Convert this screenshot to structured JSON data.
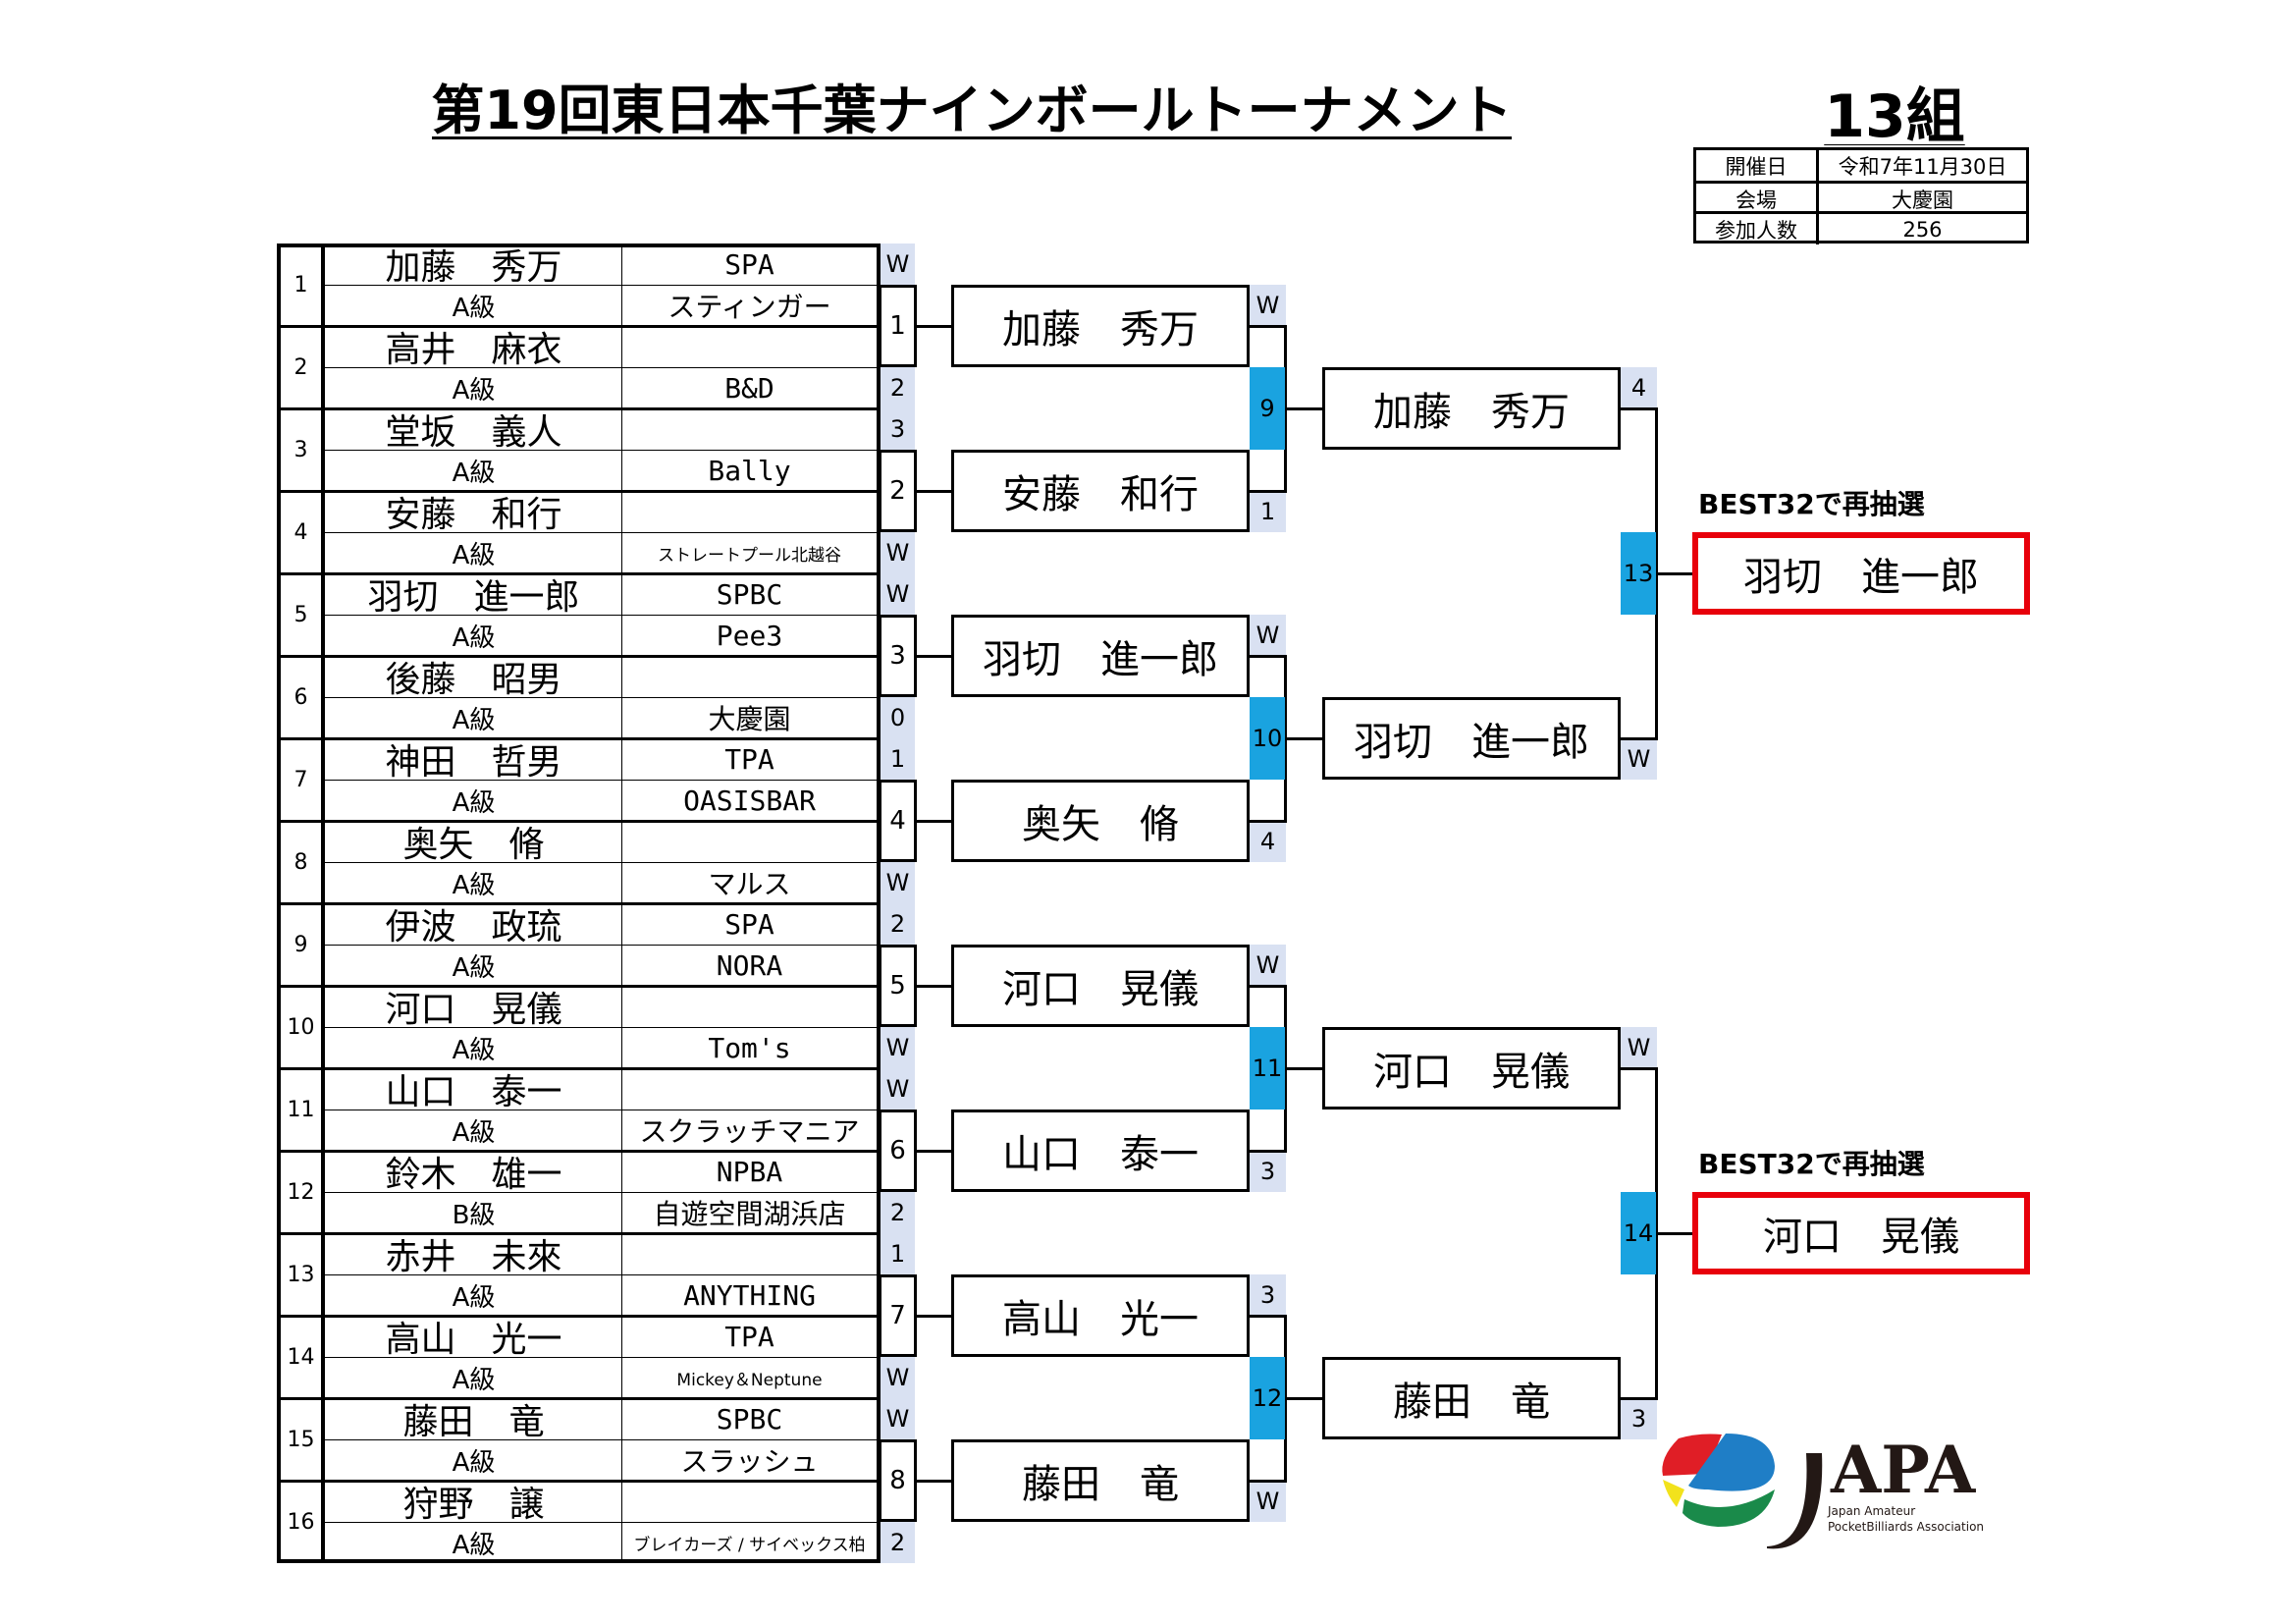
{
  "title": "第19回東日本千葉ナインボールトーナメント",
  "group": "13組",
  "info": [
    {
      "label": "開催日",
      "value": "令和7年11月30日"
    },
    {
      "label": "会場",
      "value": "大慶園"
    },
    {
      "label": "参加人数",
      "value": "256"
    }
  ],
  "players": [
    {
      "no": "1",
      "name": "加藤　秀万",
      "grade": "A級",
      "club1": "SPA",
      "club2": "スティンガー"
    },
    {
      "no": "2",
      "name": "高井　麻衣",
      "grade": "A級",
      "club1": "",
      "club2": "B&D"
    },
    {
      "no": "3",
      "name": "堂坂　義人",
      "grade": "A級",
      "club1": "",
      "club2": "Bally"
    },
    {
      "no": "4",
      "name": "安藤　和行",
      "grade": "A級",
      "club1": "",
      "club2": "ストレートプール北越谷"
    },
    {
      "no": "5",
      "name": "羽切　進一郎",
      "grade": "A級",
      "club1": "SPBC",
      "club2": "Pee3"
    },
    {
      "no": "6",
      "name": "後藤　昭男",
      "grade": "A級",
      "club1": "",
      "club2": "大慶園"
    },
    {
      "no": "7",
      "name": "神田　哲男",
      "grade": "A級",
      "club1": "TPA",
      "club2": "OASISBAR"
    },
    {
      "no": "8",
      "name": "奥矢　脩",
      "grade": "A級",
      "club1": "",
      "club2": "マルス"
    },
    {
      "no": "9",
      "name": "伊波　政琉",
      "grade": "A級",
      "club1": "SPA",
      "club2": "NORA"
    },
    {
      "no": "10",
      "name": "河口　晃儀",
      "grade": "A級",
      "club1": "",
      "club2": "Tom's"
    },
    {
      "no": "11",
      "name": "山口　泰一",
      "grade": "A級",
      "club1": "",
      "club2": "スクラッチマニア"
    },
    {
      "no": "12",
      "name": "鈴木　雄一",
      "grade": "B級",
      "club1": "NPBA",
      "club2": "自遊空間湖浜店"
    },
    {
      "no": "13",
      "name": "赤井　未來",
      "grade": "A級",
      "club1": "",
      "club2": "ANYTHING"
    },
    {
      "no": "14",
      "name": "高山　光一",
      "grade": "A級",
      "club1": "TPA",
      "club2": "Mickey＆Neptune"
    },
    {
      "no": "15",
      "name": "藤田　竜",
      "grade": "A級",
      "club1": "SPBC",
      "club2": "スラッシュ"
    },
    {
      "no": "16",
      "name": "狩野　譲",
      "grade": "A級",
      "club1": "",
      "club2": "ブレイカーズ / サイベックス柏"
    }
  ],
  "round1": [
    {
      "match": "1",
      "scoreA": "W",
      "scoreB": "2"
    },
    {
      "match": "2",
      "scoreA": "3",
      "scoreB": "W"
    },
    {
      "match": "3",
      "scoreA": "W",
      "scoreB": "0"
    },
    {
      "match": "4",
      "scoreA": "1",
      "scoreB": "W"
    },
    {
      "match": "5",
      "scoreA": "2",
      "scoreB": "W"
    },
    {
      "match": "6",
      "scoreA": "W",
      "scoreB": "2"
    },
    {
      "match": "7",
      "scoreA": "1",
      "scoreB": "W"
    },
    {
      "match": "8",
      "scoreA": "W",
      "scoreB": "2"
    }
  ],
  "round2_players": [
    "加藤　秀万",
    "安藤　和行",
    "羽切　進一郎",
    "奥矢　脩",
    "河口　晃儀",
    "山口　泰一",
    "高山　光一",
    "藤田　竜"
  ],
  "round2": [
    {
      "match": "9",
      "scoreA": "W",
      "scoreB": "1"
    },
    {
      "match": "10",
      "scoreA": "W",
      "scoreB": "4"
    },
    {
      "match": "11",
      "scoreA": "W",
      "scoreB": "3"
    },
    {
      "match": "12",
      "scoreA": "3",
      "scoreB": "W"
    }
  ],
  "round3_players": [
    "加藤　秀万",
    "羽切　進一郎",
    "河口　晃儀",
    "藤田　竜"
  ],
  "round3": [
    {
      "match": "13",
      "scoreA": "4",
      "scoreB": "W"
    },
    {
      "match": "14",
      "scoreA": "W",
      "scoreB": "3"
    }
  ],
  "finalists": [
    {
      "label": "BEST32で再抽選",
      "name": "羽切　進一郎"
    },
    {
      "label": "BEST32で再抽選",
      "name": "河口　晃儀"
    }
  ],
  "logo": {
    "text": "JAPA",
    "line1": "Japan Amateur",
    "line2": "PocketBilliards Association"
  },
  "colors": {
    "shade": "#d9e1f2",
    "match_blue": "#1aa3e0",
    "final_red": "#e8000b"
  }
}
